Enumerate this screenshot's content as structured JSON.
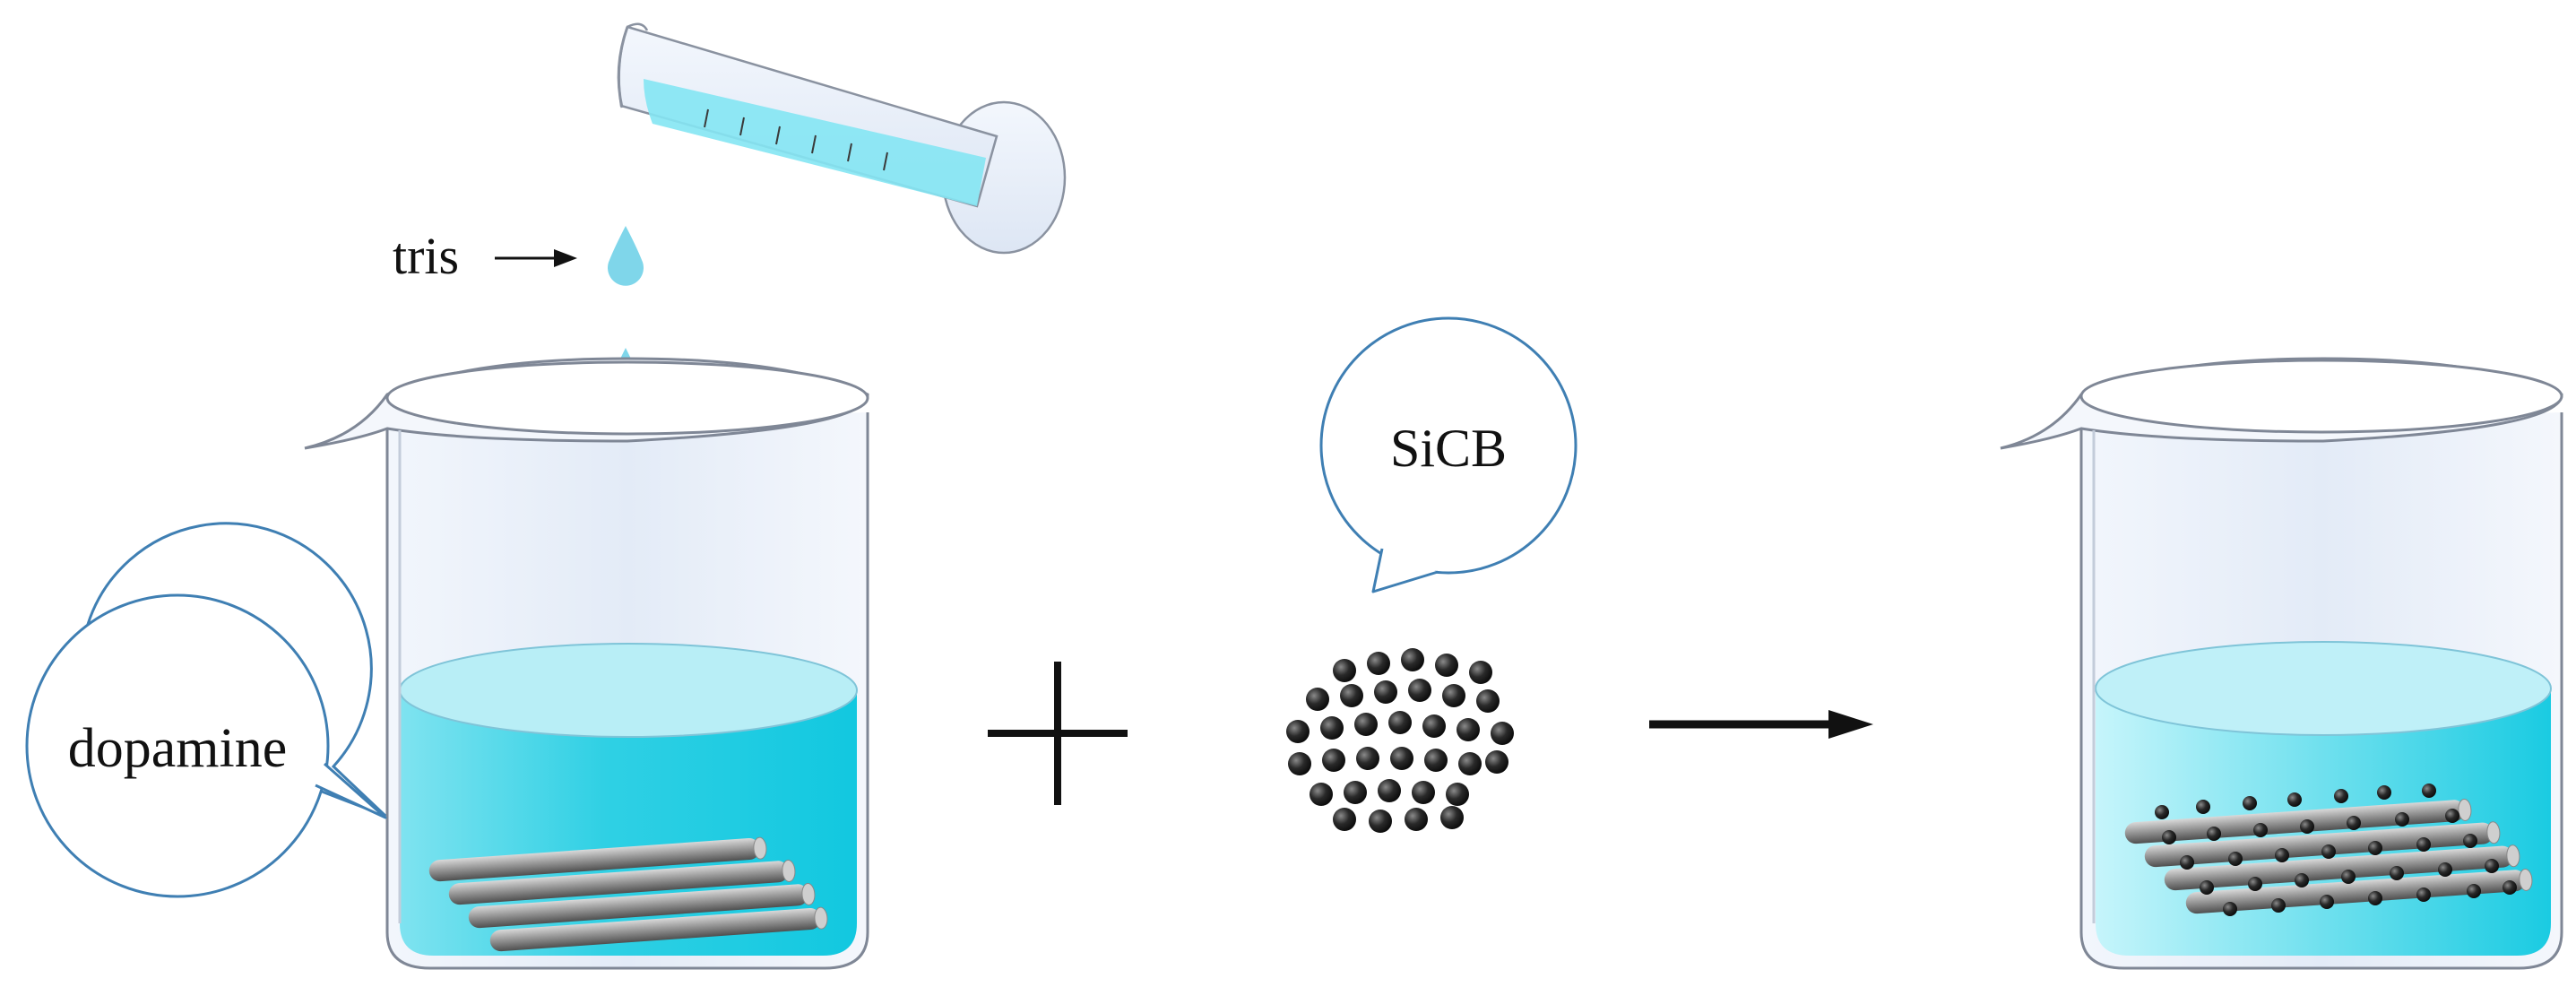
{
  "labels": {
    "tris": "tris",
    "dopamine": "dopamine",
    "sicb": "SiCB"
  },
  "colors": {
    "liquid": "#2fd3e6",
    "liquid_light": "#c8f3fa",
    "glass": "#e7eef9",
    "glass_edge": "#7f8796",
    "bubble_stroke": "#3f7fb3",
    "rod": "#8f8f8f",
    "particle": "#222222",
    "drop": "#7fd8ea"
  },
  "icons": {
    "left_vessel": "beaker-icon",
    "right_vessel": "beaker-icon",
    "pour_tool": "graduated-cylinder-icon",
    "plus": "plus-icon",
    "arrow": "reaction-arrow-icon"
  }
}
